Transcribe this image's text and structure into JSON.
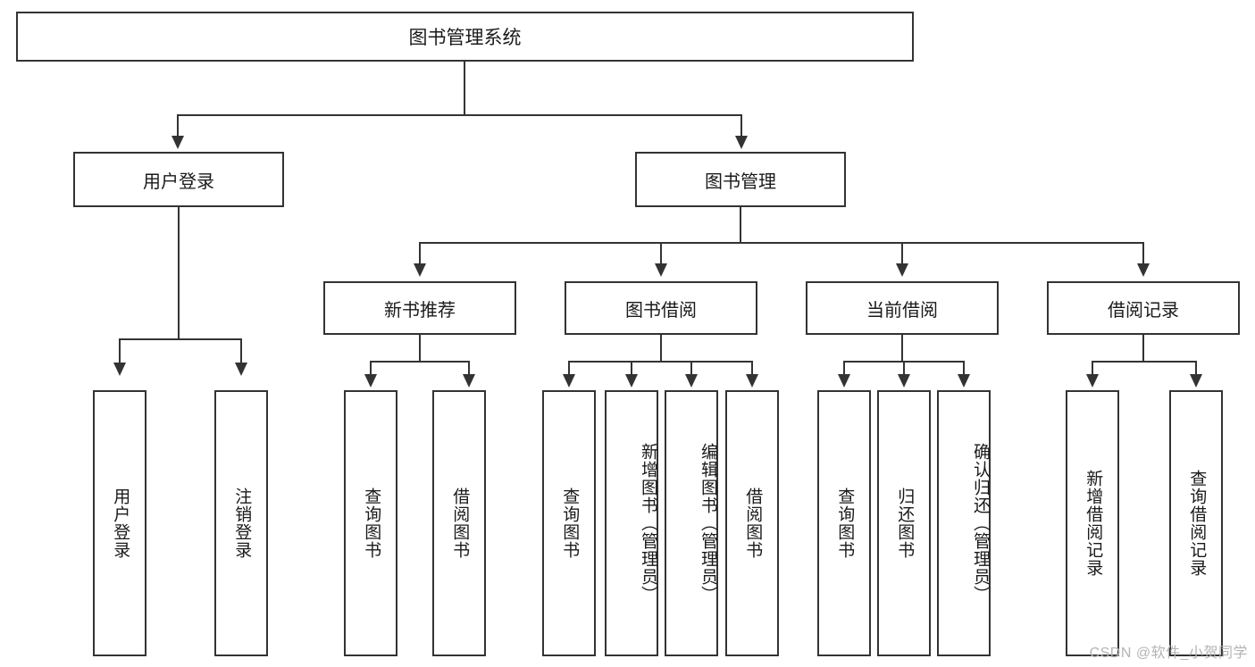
{
  "diagram": {
    "title": "图书管理系统",
    "watermark": "CSDN @软件_小贺同学",
    "accent_color": "#333333",
    "background_color": "#ffffff",
    "root": {
      "label": "图书管理系统"
    },
    "level1": [
      {
        "label": "用户登录"
      },
      {
        "label": "图书管理"
      }
    ],
    "level2": [
      {
        "label": "新书推荐"
      },
      {
        "label": "图书借阅"
      },
      {
        "label": "当前借阅"
      },
      {
        "label": "借阅记录"
      }
    ],
    "leaves": {
      "user_login": [
        {
          "label": "用户登录"
        },
        {
          "label": "注销登录"
        }
      ],
      "new_book_recommend": [
        {
          "label": "查询图书"
        },
        {
          "label": "借阅图书"
        }
      ],
      "book_borrow": [
        {
          "label": "查询图书"
        },
        {
          "label": "新增图书（管理员）"
        },
        {
          "label": "编辑图书（管理员）"
        },
        {
          "label": "借阅图书"
        }
      ],
      "current_borrow": [
        {
          "label": "查询图书"
        },
        {
          "label": "归还图书"
        },
        {
          "label": "确认归还（管理员）"
        }
      ],
      "borrow_record": [
        {
          "label": "新增借阅记录"
        },
        {
          "label": "查询借阅记录"
        }
      ]
    }
  }
}
